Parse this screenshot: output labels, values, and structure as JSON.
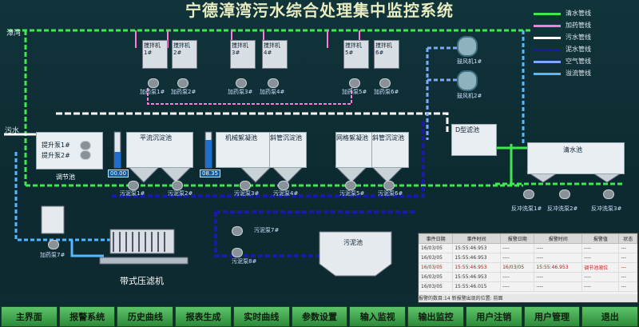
{
  "title": "宁德漳湾污水综合处理集中监控系统",
  "corner_label": "漳湾",
  "inlet_label": "污水",
  "legend": [
    {
      "label": "清水管线",
      "color": "#3fe84f"
    },
    {
      "label": "加药管线",
      "color": "#ff7ad9"
    },
    {
      "label": "污水管线",
      "color": "#ffffff"
    },
    {
      "label": "泥水管线",
      "color": "#1a1aa8"
    },
    {
      "label": "空气管线",
      "color": "#7aa9ff"
    },
    {
      "label": "溢流管线",
      "color": "#56b8ff"
    }
  ],
  "agitators": [
    "搅拌机1#",
    "搅拌机2#",
    "搅拌机3#",
    "搅拌机4#",
    "搅拌机5#",
    "搅拌机6#"
  ],
  "dosing_pumps": [
    "加药泵1#",
    "加药泵2#",
    "加药泵3#",
    "加药泵4#",
    "加药泵5#",
    "加药泵6#"
  ],
  "blowers": [
    "鼓风机1#",
    "鼓风机2#"
  ],
  "tanks": {
    "adjust": "调节池",
    "lift1": "提升泵1#",
    "lift2": "提升泵2#",
    "adv_settle": "平流沉淀池",
    "mech_mix": "机械絮凝池",
    "incl_settle1": "斜管沉淀池",
    "grid_floc": "网格絮凝池",
    "incl_settle2": "斜管沉淀池",
    "d_filter": "D型滤池",
    "clear": "清水池",
    "sludge": "污泥池",
    "press": "带式压滤机"
  },
  "levels": [
    "00.00",
    "08.35"
  ],
  "sludge_pumps": [
    "污泥泵1#",
    "污泥泵2#",
    "污泥泵3#",
    "污泥泵4#",
    "污泥泵5#",
    "污泥泵6#",
    "污泥泵7#",
    "污泥泵8#"
  ],
  "backwash_pumps": [
    "反冲洗泵1#",
    "反冲洗泵2#",
    "反冲洗泵3#"
  ],
  "dosing_pump_bottom": "加药泵7#",
  "alarm": {
    "headers": [
      "事件日期",
      "事件时间",
      "报警日期",
      "报警时间",
      "报警值",
      "状态"
    ],
    "rows": [
      [
        "16/03/05",
        "15:55:46.953",
        "----",
        "----",
        "----",
        "---"
      ],
      [
        "16/03/05",
        "15:55:46.953",
        "----",
        "----",
        "----",
        "---"
      ],
      [
        "16/03/05",
        "15:55:46.953",
        "16/03/05",
        "15:55:46.953",
        "调节池液位",
        "---"
      ],
      [
        "16/03/05",
        "15:55:46.953",
        "----",
        "----",
        "----",
        "---"
      ],
      [
        "16/03/05",
        "15:55:46.015",
        "----",
        "----",
        "----",
        "---"
      ]
    ],
    "footer": "报警的数目:14      新报警出现的位置: 前面"
  },
  "buttons": [
    "主界面",
    "报警系统",
    "历史曲线",
    "报表生成",
    "实时曲线",
    "参数设置",
    "输入监视",
    "输出监控",
    "用户注销",
    "用户管理",
    "退出"
  ]
}
